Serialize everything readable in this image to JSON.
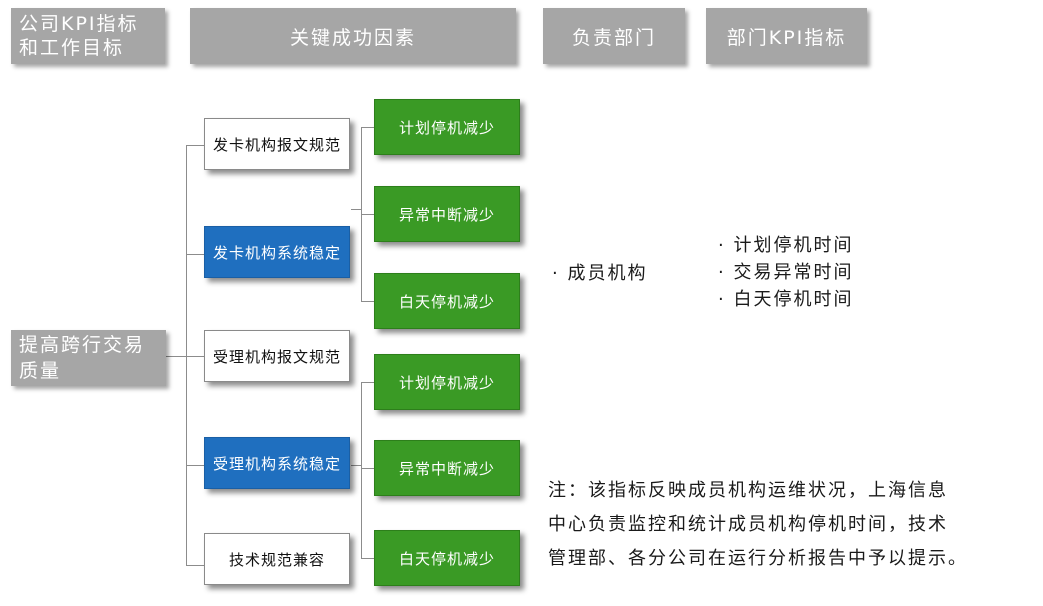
{
  "headers": {
    "company_kpi_line1": "公司KPI指标",
    "company_kpi_line2": "和工作目标",
    "key_success_factors": "关键成功因素",
    "responsible_dept": "负责部门",
    "dept_kpi": "部门KPI指标"
  },
  "goal": {
    "line1": "提高跨行交易",
    "line2": "质量"
  },
  "factors": [
    {
      "label": "发卡机构报文规范",
      "style": "white"
    },
    {
      "label": "发卡机构系统稳定",
      "style": "blue"
    },
    {
      "label": "受理机构报文规范",
      "style": "white"
    },
    {
      "label": "受理机构系统稳定",
      "style": "blue"
    },
    {
      "label": "技术规范兼容",
      "style": "white"
    }
  ],
  "actions_group1": [
    "计划停机减少",
    "异常中断减少",
    "白天停机减少"
  ],
  "actions_group2": [
    "计划停机减少",
    "异常中断减少",
    "白天停机减少"
  ],
  "department": "· 成员机构",
  "dept_kpis": [
    "· 计划停机时间",
    "· 交易异常时间",
    "· 白天停机时间"
  ],
  "note": {
    "line1": "注：该指标反映成员机构运维状况，上海信息",
    "line2": "中心负责监控和统计成员机构停机时间，技术",
    "line3": "管理部、各分公司在运行分析报告中予以提示。"
  },
  "colors": {
    "header_gray": "#a6a6a6",
    "blue": "#1f6fbf",
    "green": "#3a9a25",
    "connector": "#8c8c8c"
  }
}
